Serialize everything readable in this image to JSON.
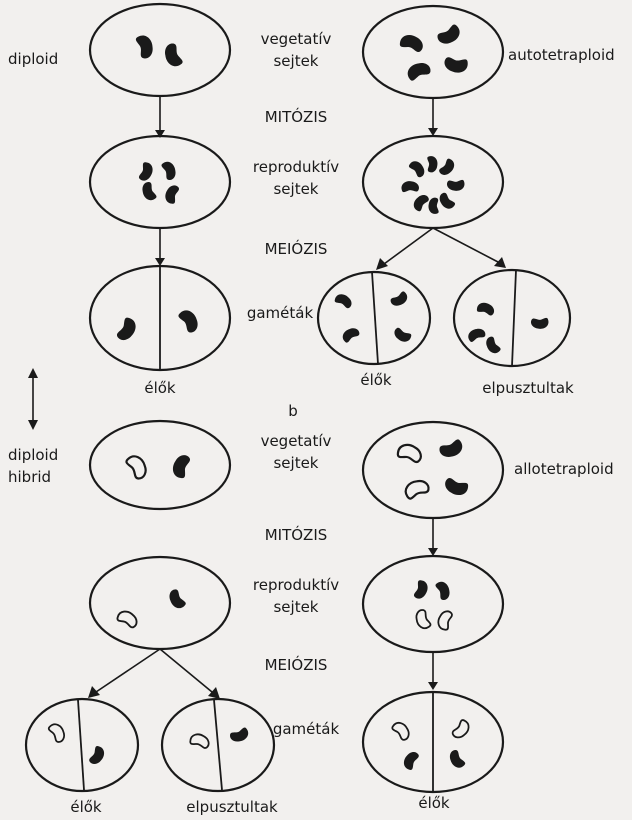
{
  "labels": {
    "diploid_top": "diploid",
    "autotetraploid": "autotetraploid",
    "vegetativ_1": "vegetatív",
    "sejtek_1": "sejtek",
    "mitozis_1": "MITÓZIS",
    "reproduktiv_1": "reproduktív",
    "sejtek_2": "sejtek",
    "meiozis_1": "MEIÓZIS",
    "gametak_1": "gaméták",
    "elok_1": "élők",
    "elok_2": "élők",
    "elpusztultak_1": "elpusztultak",
    "b": "b",
    "diploid_2": "diploid",
    "hibrid": "hibrid",
    "vegetativ_2": "vegetatív",
    "sejtek_3": "sejtek",
    "allotetraploid": "allotetraploid",
    "mitozis_2": "MITÓZIS",
    "reproduktiv_2": "reproduktív",
    "sejtek_4": "sejtek",
    "meiozis_2": "MEIÓZIS",
    "gametak_2": "gaméták",
    "elok_3": "élők",
    "elpusztultak_2": "elpusztultak",
    "elok_4": "élők"
  }
}
